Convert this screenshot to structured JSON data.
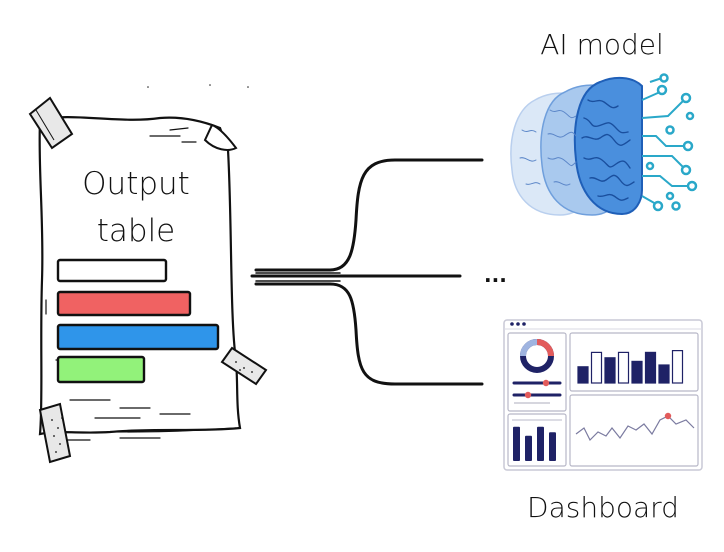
{
  "output_table": {
    "title_line1": "Output",
    "title_line2": "table",
    "bars": [
      {
        "color": "#ffffff"
      },
      {
        "color": "#f06262"
      },
      {
        "color": "#2f95ea"
      },
      {
        "color": "#92f27a"
      }
    ]
  },
  "targets": {
    "ai_model_label": "AI model",
    "ellipsis": "...",
    "dashboard_label": "Dashboard"
  },
  "dashboard": {
    "bar_values": [
      0.45,
      0.85,
      0.7,
      0.85,
      0.6,
      0.85,
      0.5,
      0.9
    ],
    "mini_bar_values": [
      0.95,
      0.7,
      0.95,
      0.8
    ],
    "accent_color": "#e25b5b",
    "navy": "#1f2266"
  },
  "colors": {
    "ink": "#111111",
    "brain_light": "#cfe0f5",
    "brain_mid": "#7fb0e6",
    "brain_dark": "#2f7ad4",
    "circuit": "#2aa8c9"
  }
}
